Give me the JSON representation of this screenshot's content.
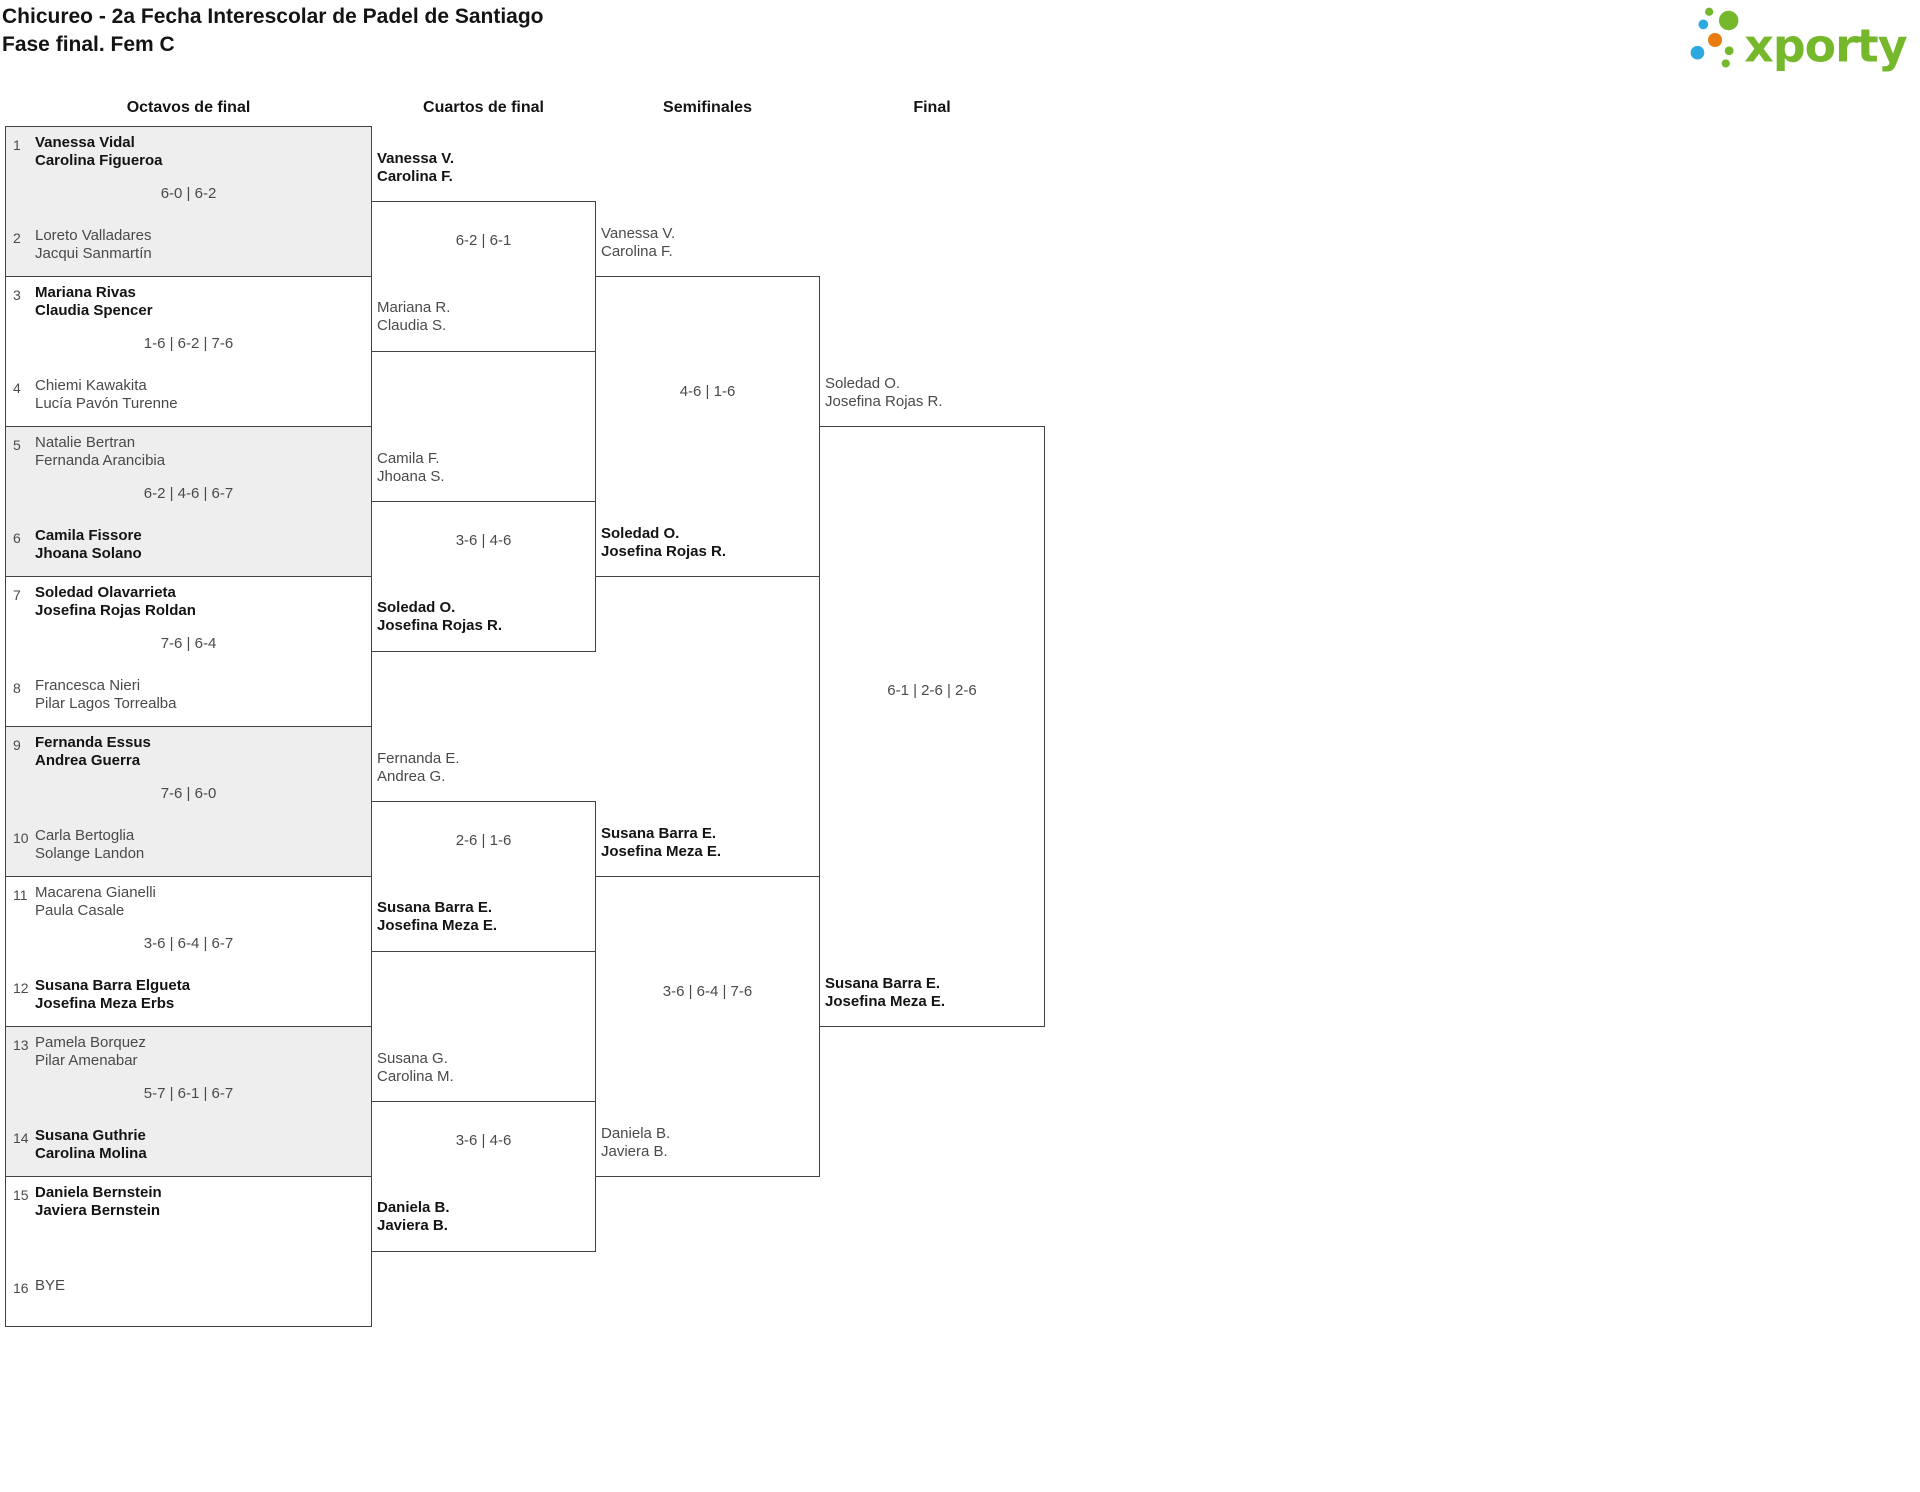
{
  "header": {
    "title": "Chicureo - 2a Fecha Interescolar de Padel de Santiago",
    "subtitle": "Fase final. Fem C",
    "logo_text": "xporty"
  },
  "colors": {
    "logo_green": "#76b82b",
    "logo_blue": "#2ba9e0",
    "logo_orange": "#e87d0e",
    "winner_text": "#141414",
    "loser_text": "#4a4a4a",
    "shaded_box": "#eeeeee",
    "border": "#424242"
  },
  "rounds": [
    {
      "label": "Octavos de final"
    },
    {
      "label": "Cuartos de final"
    },
    {
      "label": "Semifinales"
    },
    {
      "label": "Final"
    }
  ],
  "bracket": {
    "octavos": [
      {
        "seed1": "1",
        "team1_line1": "Vanessa Vidal",
        "team1_line2": "Carolina Figueroa",
        "seed2": "2",
        "team2_line1": "Loreto Valladares",
        "team2_line2": "Jacqui Sanmartín",
        "score": "6-0 | 6-2",
        "winner": "team1",
        "shaded": true
      },
      {
        "seed1": "3",
        "team1_line1": "Mariana Rivas",
        "team1_line2": "Claudia Spencer",
        "seed2": "4",
        "team2_line1": "Chiemi Kawakita",
        "team2_line2": "Lucía Pavón Turenne",
        "score": "1-6 | 6-2 | 7-6",
        "winner": "team1",
        "shaded": false
      },
      {
        "seed1": "5",
        "team1_line1": "Natalie Bertran",
        "team1_line2": "Fernanda Arancibia",
        "seed2": "6",
        "team2_line1": "Camila Fissore",
        "team2_line2": "Jhoana Solano",
        "score": "6-2 | 4-6 | 6-7",
        "winner": "team2",
        "shaded": true
      },
      {
        "seed1": "7",
        "team1_line1": "Soledad Olavarrieta",
        "team1_line2": "Josefina Rojas Roldan",
        "seed2": "8",
        "team2_line1": "Francesca Nieri",
        "team2_line2": "Pilar Lagos Torrealba",
        "score": "7-6 | 6-4",
        "winner": "team1",
        "shaded": false
      },
      {
        "seed1": "9",
        "team1_line1": "Fernanda Essus",
        "team1_line2": "Andrea Guerra",
        "seed2": "10",
        "team2_line1": "Carla Bertoglia",
        "team2_line2": "Solange Landon",
        "score": "7-6 | 6-0",
        "winner": "team1",
        "shaded": true
      },
      {
        "seed1": "11",
        "team1_line1": "Macarena Gianelli",
        "team1_line2": "Paula Casale",
        "seed2": "12",
        "team2_line1": "Susana Barra Elgueta",
        "team2_line2": "Josefina Meza Erbs",
        "score": "3-6 | 6-4 | 6-7",
        "winner": "team2",
        "shaded": false
      },
      {
        "seed1": "13",
        "team1_line1": "Pamela Borquez",
        "team1_line2": "Pilar Amenabar",
        "seed2": "14",
        "team2_line1": "Susana Guthrie",
        "team2_line2": "Carolina Molina",
        "score": "5-7 | 6-1 | 6-7",
        "winner": "team2",
        "shaded": true
      },
      {
        "seed1": "15",
        "team1_line1": "Daniela Bernstein",
        "team1_line2": "Javiera Bernstein",
        "seed2": "16",
        "team2_line1": "BYE",
        "team2_line2": "",
        "score": "",
        "winner": "team1",
        "shaded": false
      }
    ],
    "cuartos": [
      {
        "team1_line1": "Vanessa V.",
        "team1_line2": "Carolina F.",
        "team2_line1": "Mariana R.",
        "team2_line2": "Claudia S.",
        "score": "6-2 | 6-1",
        "winner": "team1"
      },
      {
        "team1_line1": "Camila F.",
        "team1_line2": "Jhoana S.",
        "team2_line1": "Soledad O.",
        "team2_line2": "Josefina Rojas R.",
        "score": "3-6 | 4-6",
        "winner": "team2"
      },
      {
        "team1_line1": "Fernanda E.",
        "team1_line2": "Andrea G.",
        "team2_line1": "Susana Barra E.",
        "team2_line2": "Josefina Meza E.",
        "score": "2-6 | 1-6",
        "winner": "team2"
      },
      {
        "team1_line1": "Susana G.",
        "team1_line2": "Carolina M.",
        "team2_line1": "Daniela B.",
        "team2_line2": "Javiera B.",
        "score": "3-6 | 4-6",
        "winner": "team2"
      }
    ],
    "semifinales": [
      {
        "team1_line1": "Vanessa V.",
        "team1_line2": "Carolina F.",
        "team2_line1": "Soledad O.",
        "team2_line2": "Josefina Rojas R.",
        "score": "4-6 | 1-6",
        "winner": "team2"
      },
      {
        "team1_line1": "Susana Barra E.",
        "team1_line2": "Josefina Meza E.",
        "team2_line1": "Daniela B.",
        "team2_line2": "Javiera B.",
        "score": "3-6 | 6-4 | 7-6",
        "winner": "team1"
      }
    ],
    "final": {
      "team1_line1": "Soledad O.",
      "team1_line2": "Josefina Rojas R.",
      "team2_line1": "Susana Barra E.",
      "team2_line2": "Josefina Meza E.",
      "score": "6-1 | 2-6 | 2-6",
      "winner": "team2"
    }
  }
}
